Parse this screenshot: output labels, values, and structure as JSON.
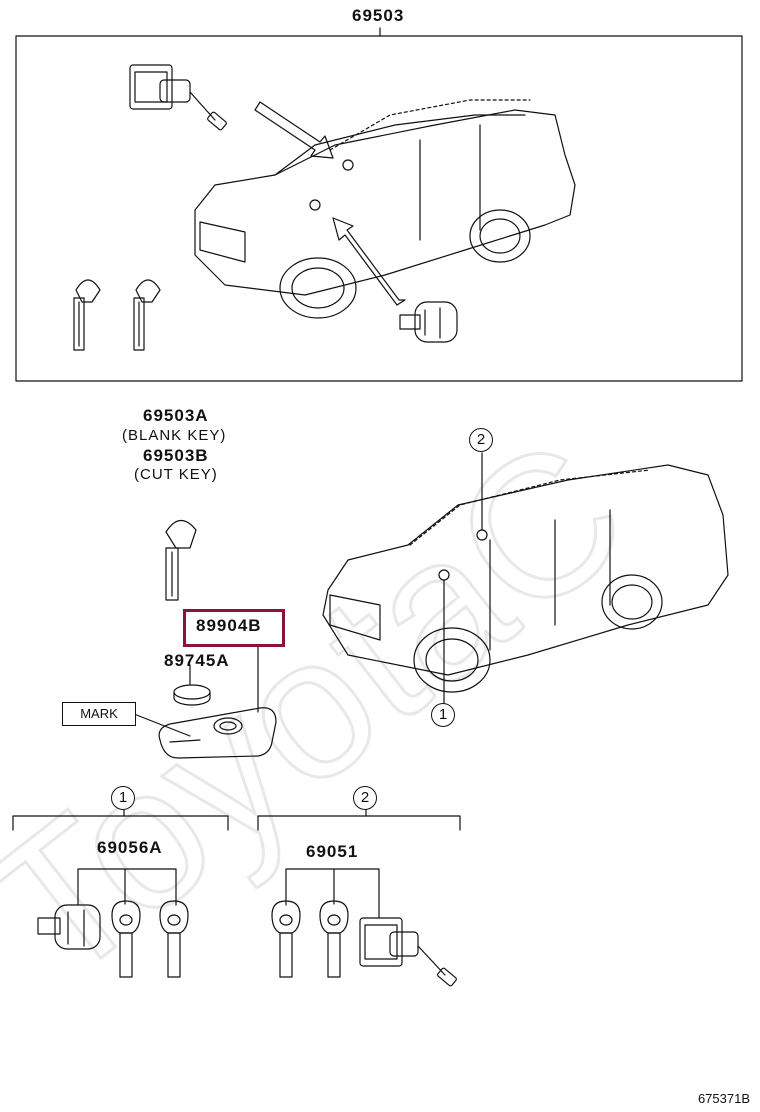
{
  "top_box": {
    "part_number": "69503"
  },
  "keys_group": {
    "blank_key_part": "69503A",
    "blank_key_desc": "(BLANK KEY)",
    "cut_key_part": "69503B",
    "cut_key_desc": "(CUT KEY)"
  },
  "fob": {
    "highlight_part": "89904B",
    "battery_part": "89745A",
    "mark_label": "MARK"
  },
  "callouts": {
    "one": "1",
    "two": "2"
  },
  "set_1": {
    "callout": "1",
    "part_number": "69056A"
  },
  "set_2": {
    "callout": "2",
    "part_number": "69051"
  },
  "footer": {
    "illustration_id": "675371B"
  },
  "colors": {
    "highlight": "#8a1538",
    "line": "#111111",
    "watermark": "#e6e6e6"
  }
}
